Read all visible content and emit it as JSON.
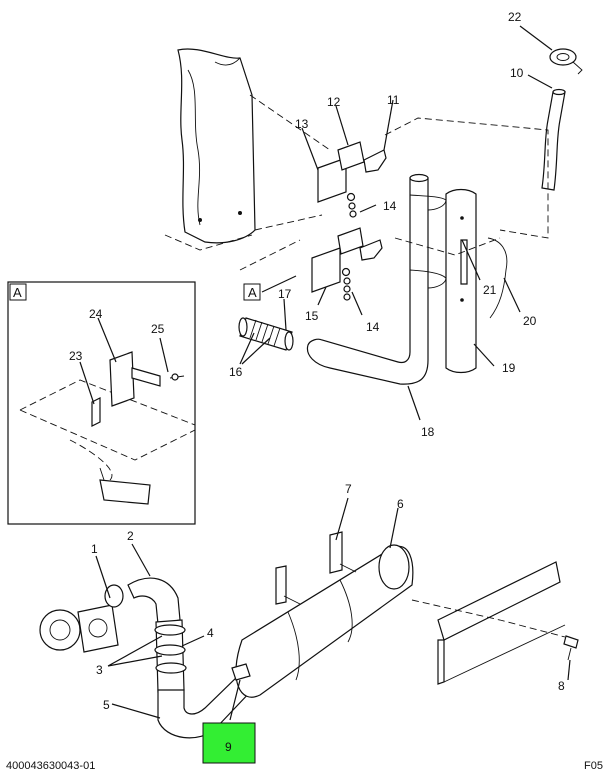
{
  "footer": {
    "part_number": "400043630043-01",
    "page_code": "F05"
  },
  "view_labels": {
    "detail_box": "A",
    "callout_box": "A"
  },
  "callouts": {
    "c1": "1",
    "c2": "2",
    "c3": "3",
    "c4": "4",
    "c5": "5",
    "c6": "6",
    "c7": "7",
    "c8": "8",
    "c9": "9",
    "c10": "10",
    "c11": "11",
    "c12": "12",
    "c13": "13",
    "c14a": "14",
    "c14b": "14",
    "c15": "15",
    "c16": "16",
    "c17": "17",
    "c18": "18",
    "c19": "19",
    "c20": "20",
    "c21": "21",
    "c22": "22",
    "c23": "23",
    "c24": "24",
    "c25": "25"
  },
  "colors": {
    "highlight": "#33ee33",
    "line": "#111111",
    "shading": "#e6e6e6"
  }
}
